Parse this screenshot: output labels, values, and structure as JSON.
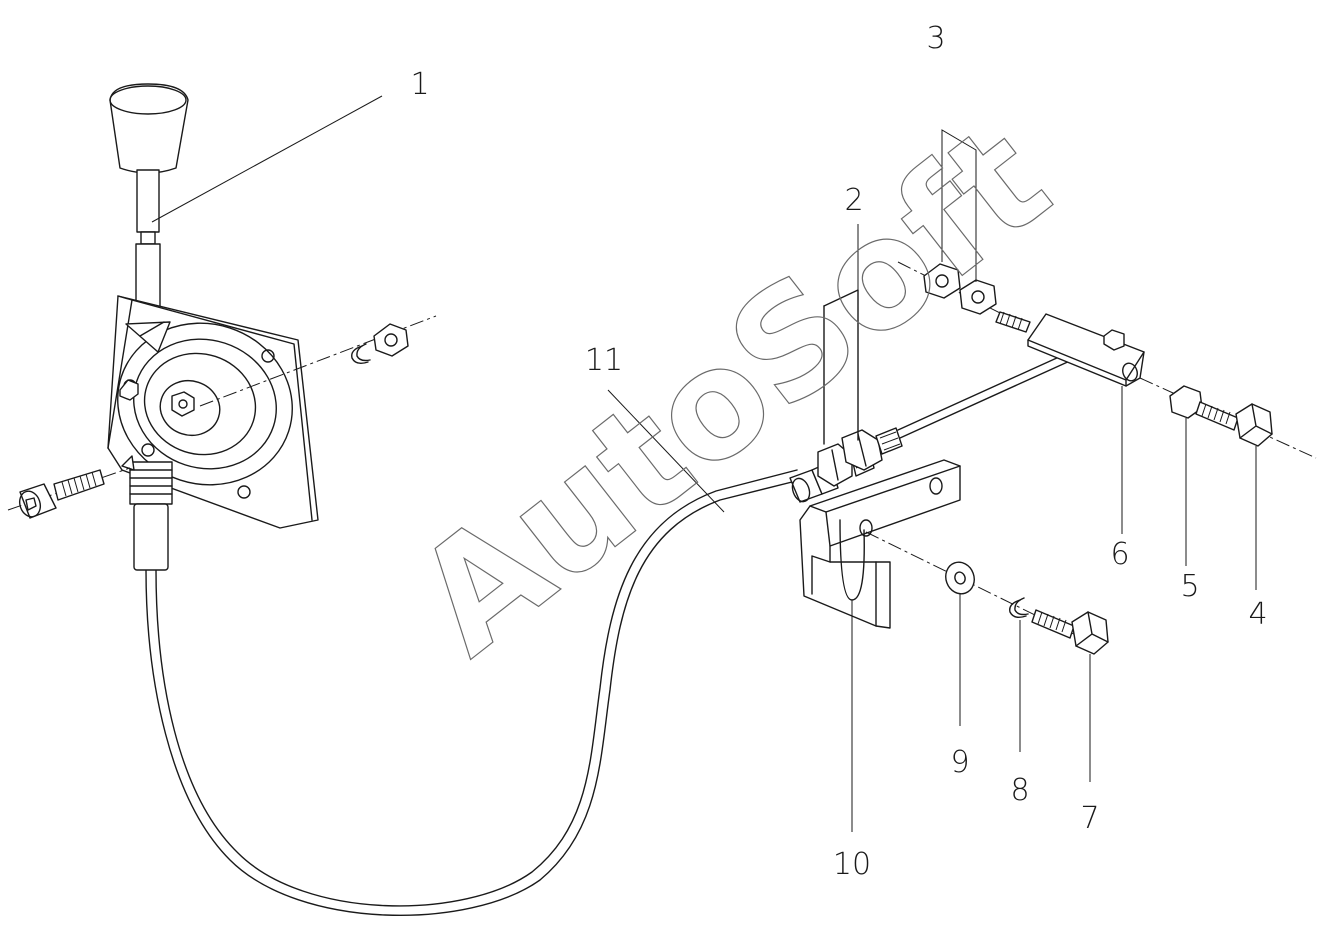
{
  "watermark": "AutoSoft",
  "callouts": [
    {
      "id": "1",
      "label": "1"
    },
    {
      "id": "2",
      "label": "2"
    },
    {
      "id": "3",
      "label": "3"
    },
    {
      "id": "4",
      "label": "4"
    },
    {
      "id": "5",
      "label": "5"
    },
    {
      "id": "6",
      "label": "6"
    },
    {
      "id": "7",
      "label": "7"
    },
    {
      "id": "8",
      "label": "8"
    },
    {
      "id": "9",
      "label": "9"
    },
    {
      "id": "10",
      "label": "10"
    },
    {
      "id": "11",
      "label": "11"
    }
  ],
  "line_color": "#1a1a1a",
  "watermark_color": "#6a6a6a"
}
